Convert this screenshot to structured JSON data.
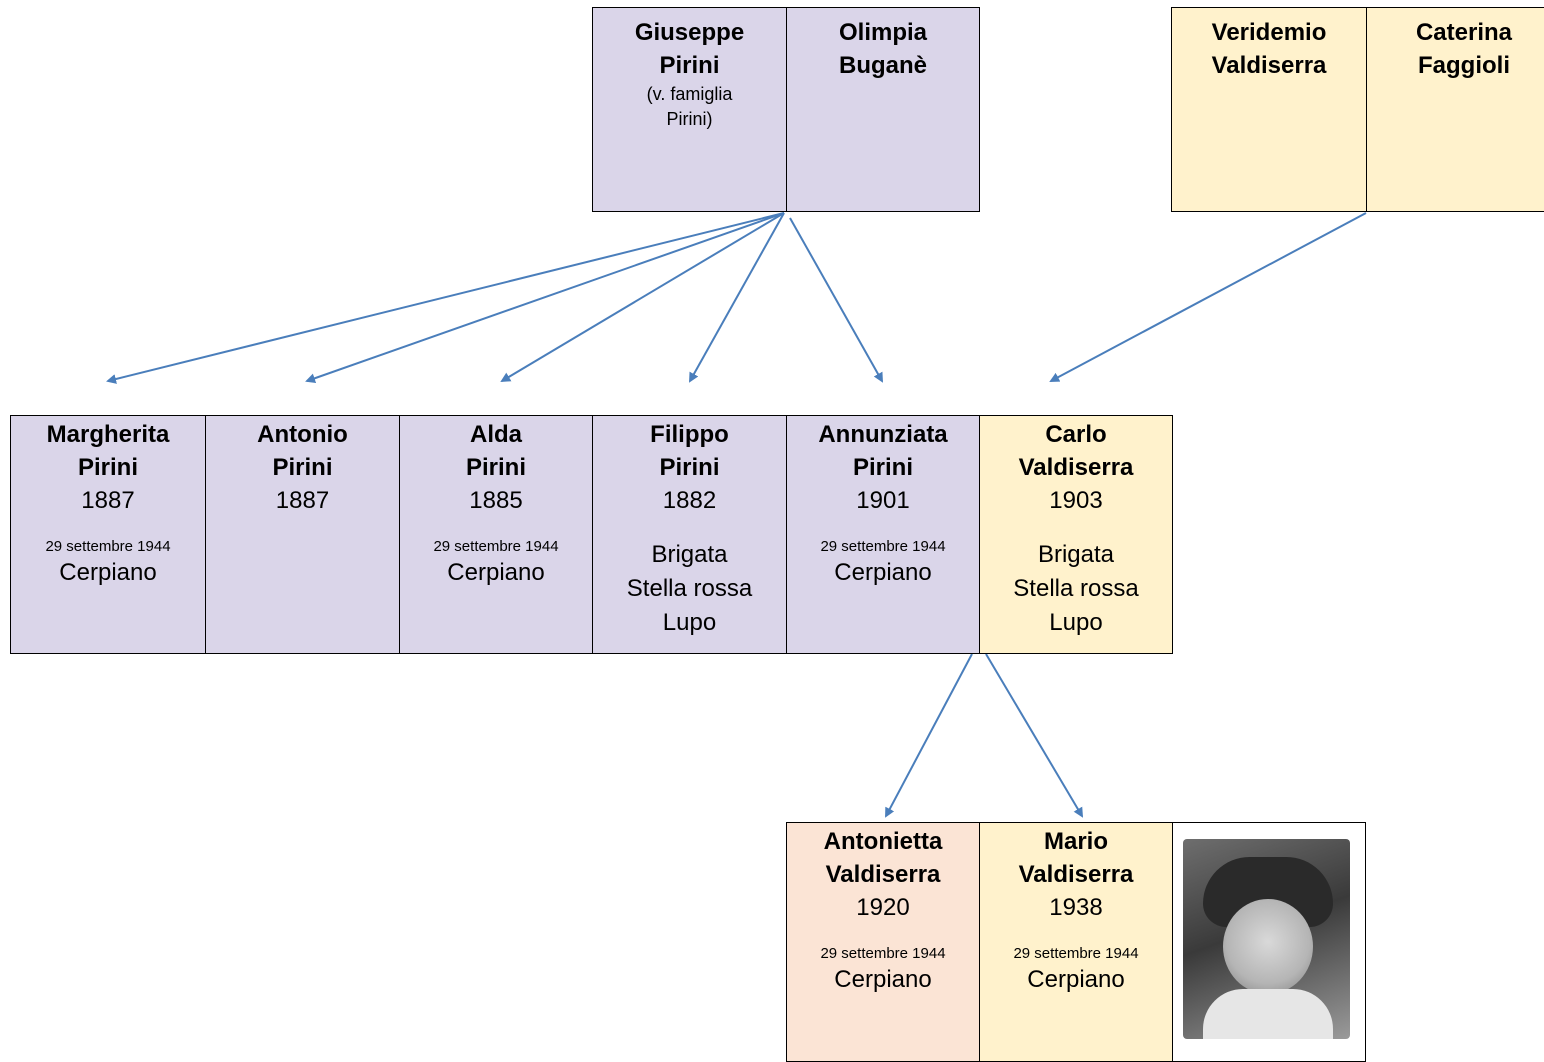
{
  "colors": {
    "pirini": "#dad5e9",
    "valdiserra": "#fff2cc",
    "antonietta": "#fbe4d5",
    "arrow": "#4a7ebb"
  },
  "parents_pirini": {
    "father": {
      "name1": "Giuseppe",
      "name2": "Pirini",
      "note": "(v. famiglia Pirini)"
    },
    "mother": {
      "name1": "Olimpia",
      "name2": "Buganè"
    }
  },
  "parents_valdiserra": {
    "father": {
      "name1": "Veridemio",
      "name2": "Valdiserra"
    },
    "mother": {
      "name1": "Caterina",
      "name2": "Faggioli"
    }
  },
  "children": [
    {
      "name1": "Margherita",
      "name2": "Pirini",
      "year": "1887",
      "date": "29 settembre 1944",
      "place": "Cerpiano"
    },
    {
      "name1": "Antonio",
      "name2": "Pirini",
      "year": "1887"
    },
    {
      "name1": "Alda",
      "name2": "Pirini",
      "year": "1885",
      "date": "29 settembre 1944",
      "place": "Cerpiano"
    },
    {
      "name1": "Filippo",
      "name2": "Pirini",
      "year": "1882",
      "extra": [
        "Brigata",
        "Stella rossa",
        "Lupo"
      ]
    },
    {
      "name1": "Annunziata",
      "name2": "Pirini",
      "year": "1901",
      "date": "29 settembre 1944",
      "place": "Cerpiano"
    },
    {
      "name1": "Carlo",
      "name2": "Valdiserra",
      "year": "1903",
      "extra": [
        "Brigata",
        "Stella rossa",
        "Lupo"
      ]
    }
  ],
  "grandchildren": [
    {
      "name1": "Antonietta",
      "name2": "Valdiserra",
      "year": "1920",
      "date": "29 settembre 1944",
      "place": "Cerpiano"
    },
    {
      "name1": "Mario",
      "name2": "Valdiserra",
      "year": "1938",
      "date": "29 settembre 1944",
      "place": "Cerpiano"
    }
  ],
  "photo": {
    "icon": "child-portrait-photo"
  }
}
